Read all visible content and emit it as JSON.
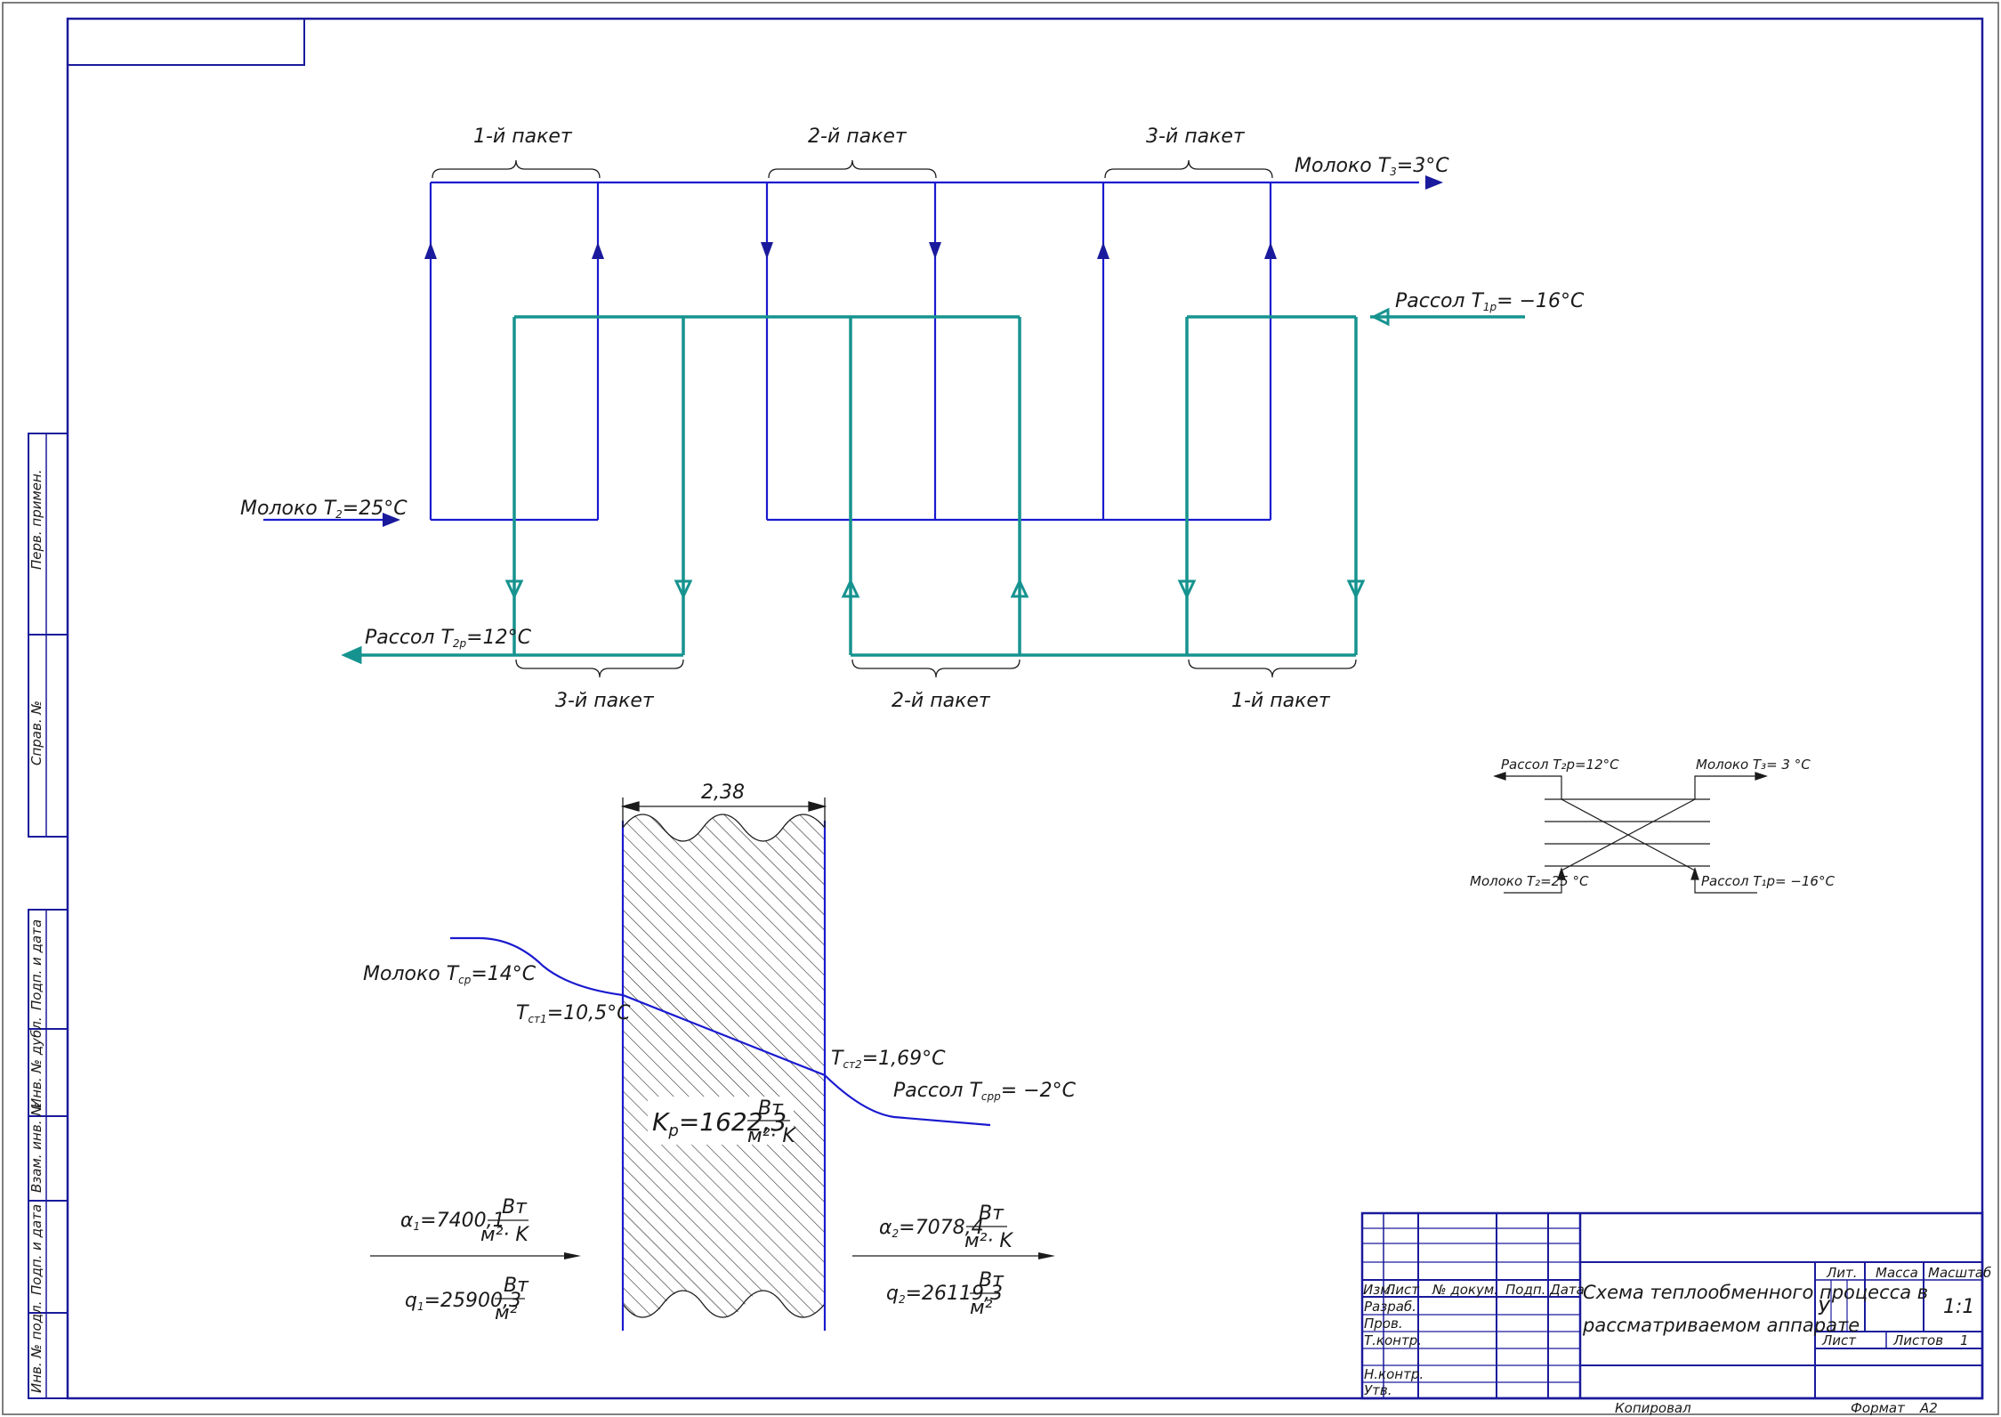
{
  "colors": {
    "frame": "#1a1a9c",
    "milk": "#1a1ad0",
    "brine": "#16938f",
    "text": "#1a1a1a"
  },
  "top_scheme": {
    "milk_in_label": "Молоко T",
    "milk_in_sub": "2",
    "milk_in_value": "=25°C",
    "milk_out_label": "Молоко T",
    "milk_out_sub": "3",
    "milk_out_value": "=3°C",
    "brine_in_label": "Рассол T",
    "brine_in_sub": "1р",
    "brine_in_value": "= −16°C",
    "brine_out_label": "Рассол T",
    "brine_out_sub": "2р",
    "brine_out_value": "=12°C",
    "milk_packets": [
      "1-й пакет",
      "2-й пакет",
      "3-й пакет"
    ],
    "brine_packets": [
      "3-й пакет",
      "2-й пакет",
      "1-й пакет"
    ]
  },
  "wall_diagram": {
    "thickness": "2,38",
    "milk_avg_label": "Молоко T",
    "milk_avg_sub": "ср",
    "milk_avg_value": "=14°C",
    "t_wall1_label": "T",
    "t_wall1_sub": "ст1",
    "t_wall1_value": "=10,5°C",
    "t_wall2_label": "T",
    "t_wall2_sub": "ст2",
    "t_wall2_value": "=1,69°C",
    "brine_avg_label": "Рассол T",
    "brine_avg_sub": "срр",
    "brine_avg_value": "= −2°C",
    "k_label": "K",
    "k_sub": "р",
    "k_value": "=1622,3",
    "k_unit_num": "Вт",
    "k_unit_den": "м²· K",
    "alpha1_label": "α",
    "alpha1_sub": "1",
    "alpha1_value": "=7400,1",
    "alpha1_unit_num": "Вт",
    "alpha1_unit_den": "м²· K",
    "q1_label": "q",
    "q1_sub": "1",
    "q1_value": "=25900,3",
    "q1_unit_num": "Вт",
    "q1_unit_den": "м²",
    "alpha2_label": "α",
    "alpha2_sub": "2",
    "alpha2_value": "=7078,4",
    "alpha2_unit_num": "Вт",
    "alpha2_unit_den": "м²· K",
    "q2_label": "q",
    "q2_sub": "2",
    "q2_value": "=26119,3",
    "q2_unit_num": "Вт",
    "q2_unit_den": "м²"
  },
  "counterflow": {
    "top_left": "Рассол T₂р=12°C",
    "top_right": "Молоко T₃= 3 °C",
    "bottom_left": "Молоко T₂=25 °C",
    "bottom_right": "Рассол T₁р= −16°C"
  },
  "side_stamps": [
    "Перв. примен.",
    "Справ. №",
    "Подп. и дата",
    "Инв. № дубл.",
    "Взам. инв. №",
    "Подп. и дата",
    "Инв. № подл."
  ],
  "title_block": {
    "title_line1": "Схема теплообменного процесса в",
    "title_line2": "рассматриваемом аппарате",
    "col_headers": [
      "Изм.",
      "Лист",
      "№ докум.",
      "Подп.",
      "Дата"
    ],
    "row_labels": [
      "Разраб.",
      "Пров.",
      "Т.контр.",
      "",
      "Н.контр.",
      "Утв."
    ],
    "lit_label": "Лит.",
    "mass_label": "Масса",
    "scale_label": "Масштаб",
    "lit_value": "У",
    "scale_value": "1:1",
    "sheet_label": "Лист",
    "sheets_label": "Листов",
    "sheets_value": "1",
    "copied_label": "Копировал",
    "format_label": "Формат",
    "format_value": "A2"
  }
}
